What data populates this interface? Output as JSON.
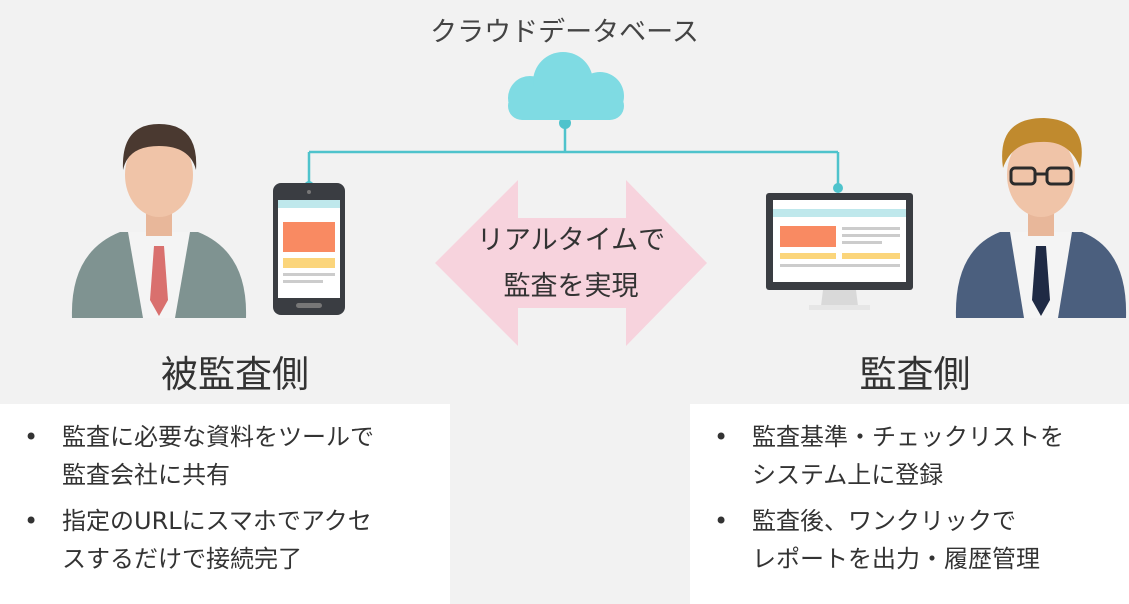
{
  "cloud": {
    "label": "クラウドデータベース",
    "icon": "cloud-icon"
  },
  "center": {
    "line1": "リアルタイムで",
    "line2": "監査を実現"
  },
  "left": {
    "title": "被監査側",
    "items": [
      {
        "line1": "監査に必要な資料をツールで",
        "line2": "監査会社に共有"
      },
      {
        "line1": "指定のURLにスマホでアクセ",
        "line2": "スするだけで接続完了"
      }
    ]
  },
  "right": {
    "title": "監査側",
    "items": [
      {
        "line1": "監査基準・チェックリストを",
        "line2": "システム上に登録"
      },
      {
        "line1": "監査後、ワンクリックで",
        "line2": "レポートを出力・履歴管理"
      }
    ]
  },
  "colors": {
    "cloud": "#7fdbe3",
    "connector": "#4fc3cc",
    "arrow": "#f7d3dd",
    "left_suit": "#7f9391",
    "left_tie": "#d9706e",
    "right_suit": "#4b5f7e",
    "right_tie": "#1f2a44"
  }
}
